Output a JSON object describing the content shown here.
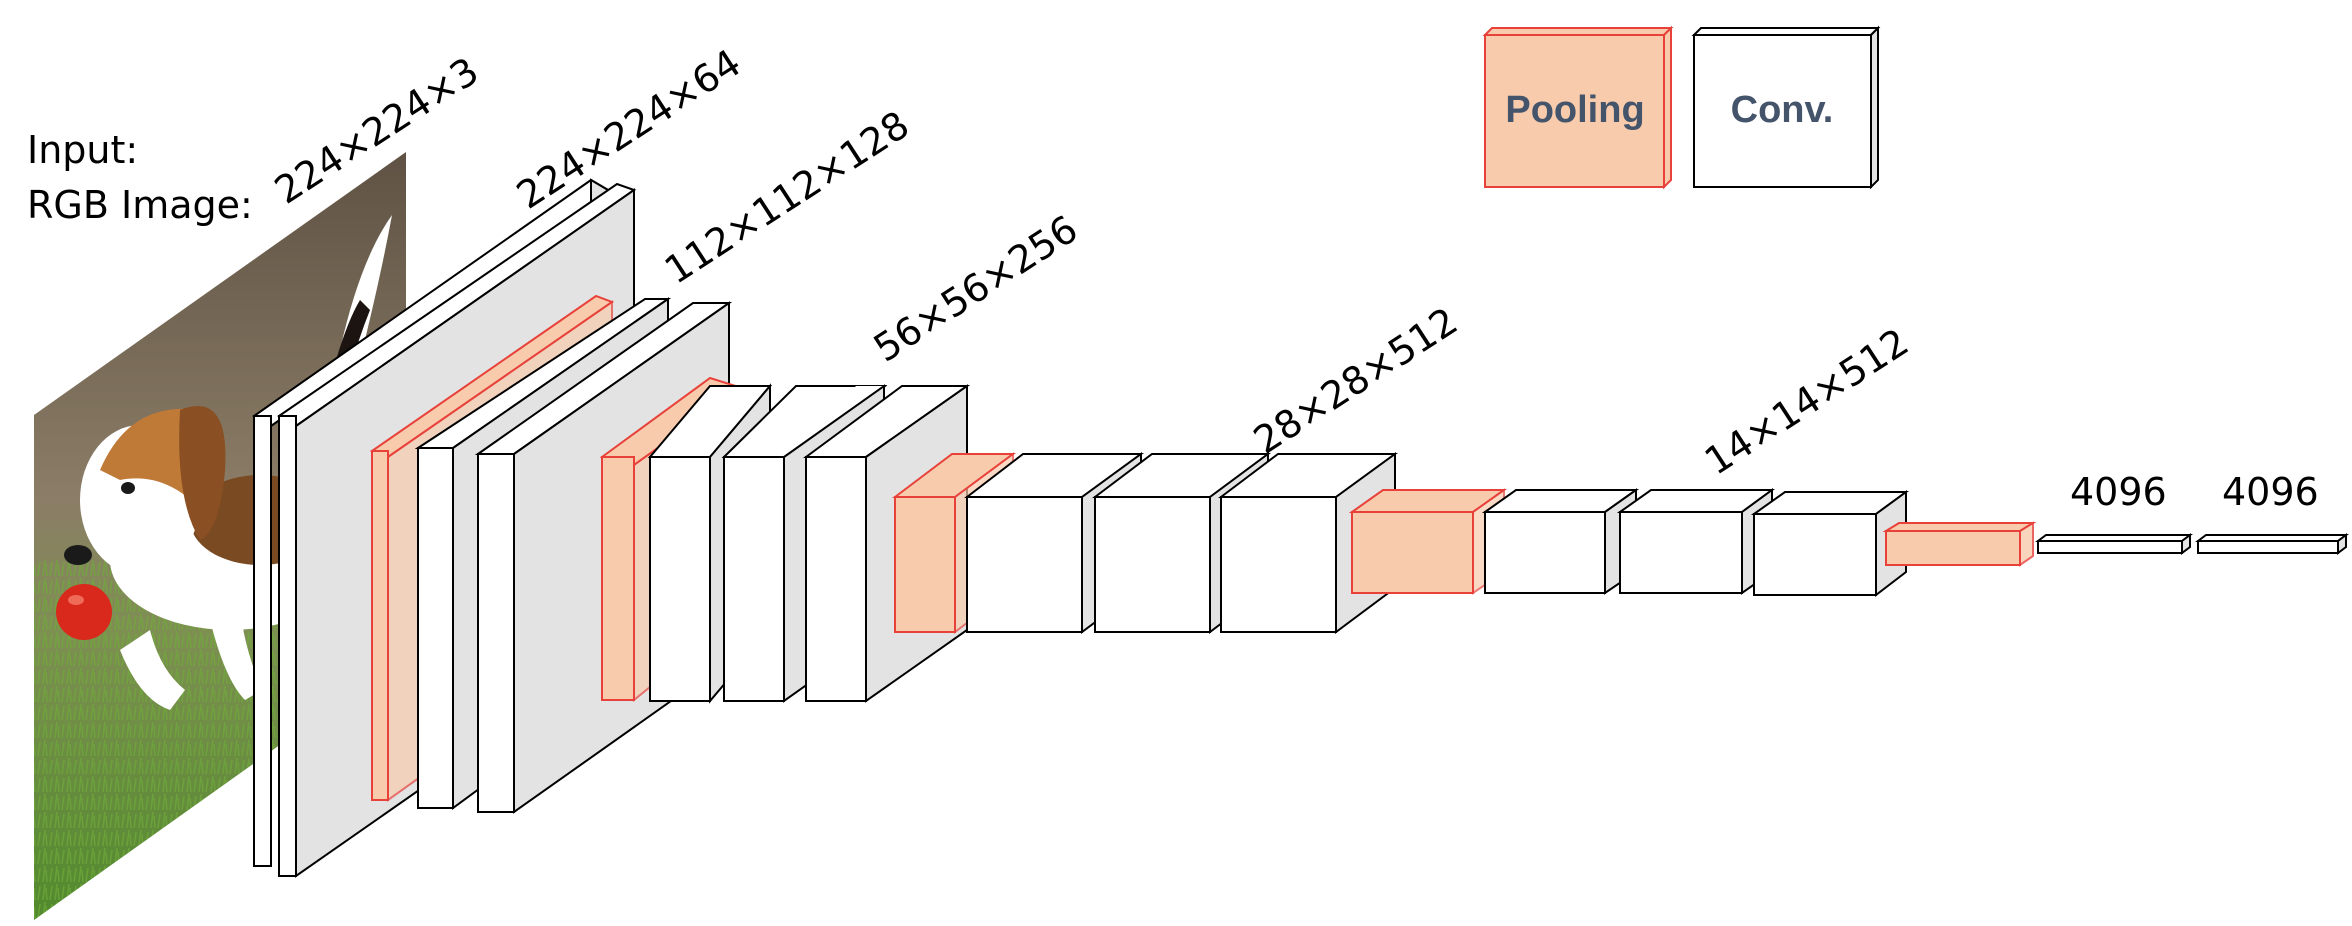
{
  "input_label": {
    "line1": "Input:",
    "line2": "RGB Image:"
  },
  "dimension_labels": {
    "input": "224×224×3",
    "block1": "224×224×64",
    "block2": "112×112×128",
    "block3": "56×56×256",
    "block4": "28×28×512",
    "block5": "14×14×512",
    "fc1": "4096",
    "fc2": "4096"
  },
  "legend": {
    "pooling": "Pooling",
    "conv": "Conv."
  },
  "colors": {
    "pooling_fill": "#f8cbad",
    "pooling_stroke": "#e8413a",
    "conv_face": "#ffffff",
    "conv_side": "#e3e3e3",
    "conv_stroke": "#000000",
    "legend_text": "#44546a"
  }
}
